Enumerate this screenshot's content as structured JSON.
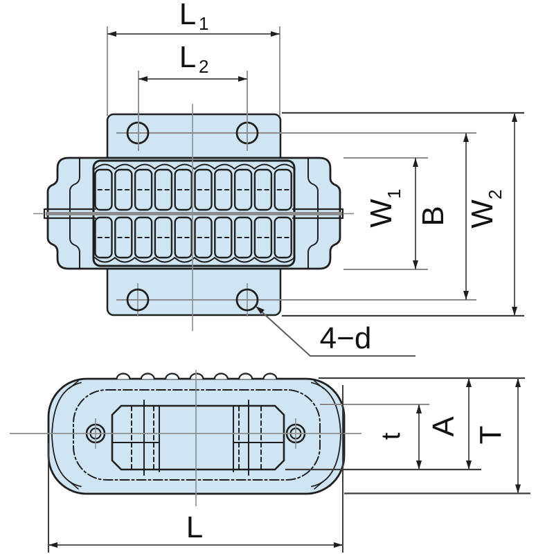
{
  "drawing": {
    "kind": "two-view technical dimension drawing",
    "dimensions": {
      "l1": {
        "base": "L",
        "sub": "1"
      },
      "l2": {
        "base": "L",
        "sub": "2"
      },
      "w1": {
        "base": "W",
        "sub": "1"
      },
      "b": {
        "base": "B"
      },
      "w2": {
        "base": "W",
        "sub": "2"
      },
      "hole_callout": {
        "base": "4−d"
      },
      "t_small": {
        "base": "t"
      },
      "a": {
        "base": "A"
      },
      "t_big": {
        "base": "T"
      },
      "l": {
        "base": "L"
      }
    }
  },
  "colors": {
    "fill": "#cfe5f3",
    "line": "#1f1f1f",
    "centerline": "#8c8c8c",
    "dim": "#5a5a5a",
    "text": "#111111",
    "bg": "#ffffff"
  }
}
